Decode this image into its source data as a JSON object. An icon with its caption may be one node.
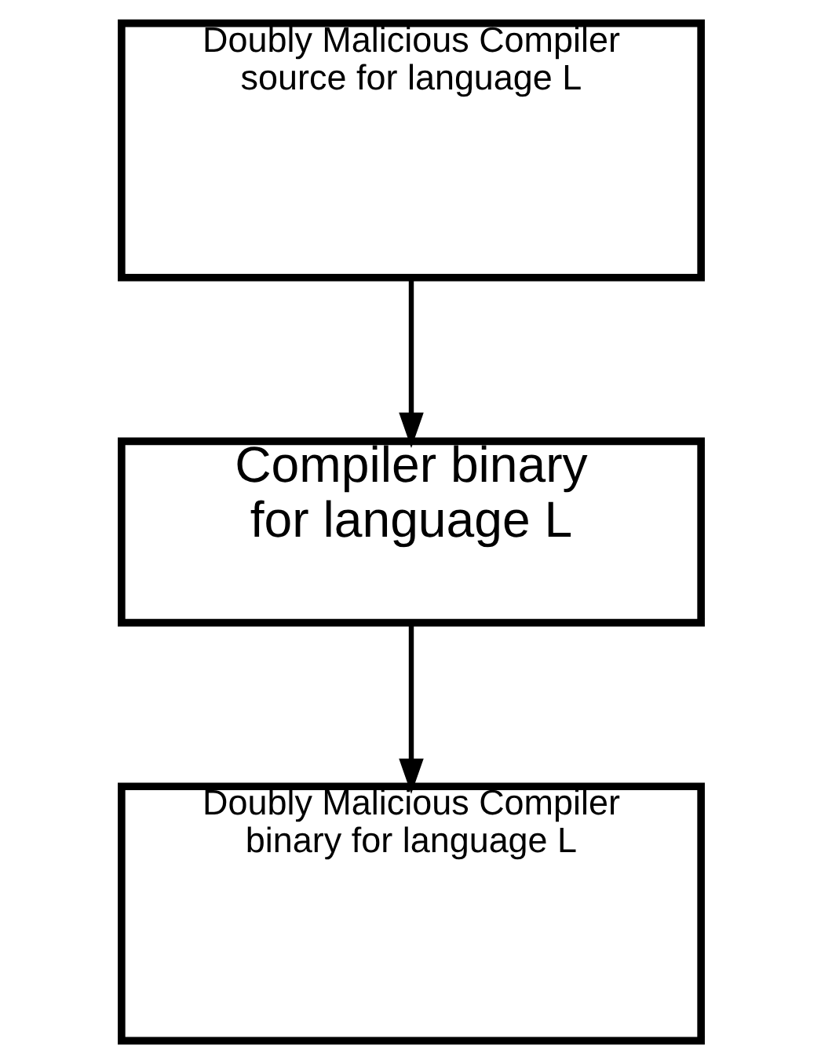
{
  "diagram": {
    "nodes": [
      {
        "text": [
          "Doubly Malicious Compiler source for language L"
        ]
      },
      {
        "text": [
          "Compiler binary for language L"
        ]
      },
      {
        "text": [
          "Doubly Malicious Compiler binary for language L"
        ]
      }
    ],
    "edges": [
      {
        "from": 0,
        "to": 1,
        "arrow": "to"
      },
      {
        "from": 1,
        "to": 2,
        "arrow": "to"
      }
    ]
  }
}
